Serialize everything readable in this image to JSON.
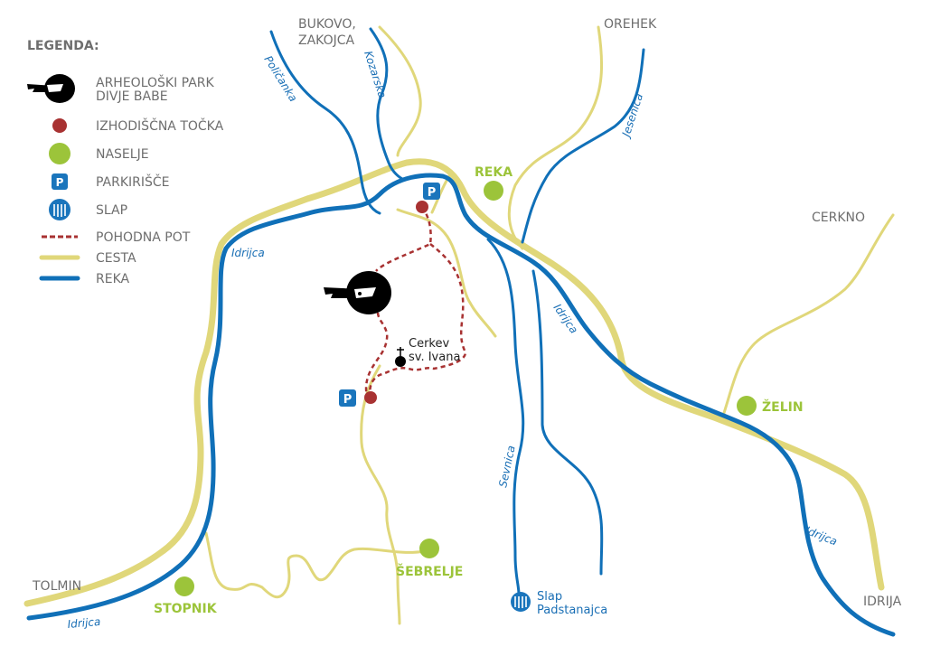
{
  "legend": {
    "title": "LEGENDA:",
    "items": [
      {
        "icon": "cave-park-icon",
        "label_1": "ARHEOLOŠKI PARK",
        "label_2": "DIVJE BABE"
      },
      {
        "icon": "start-point-icon",
        "label": "IZHODIŠČNA TOČKA"
      },
      {
        "icon": "settlement-icon",
        "label": "NASELJE"
      },
      {
        "icon": "parking-icon",
        "label": "PARKIRIŠČE"
      },
      {
        "icon": "waterfall-icon",
        "label": "SLAP"
      },
      {
        "icon": "trail-line-icon",
        "label": "POHODNA POT"
      },
      {
        "icon": "road-line-icon",
        "label": "CESTA"
      },
      {
        "icon": "river-line-icon",
        "label": "REKA"
      }
    ]
  },
  "places": {
    "bukovo_1": "BUKOVO,",
    "bukovo_2": "ZAKOJCA",
    "orehek": "OREHEK",
    "cerkno": "CERKNO",
    "tolmin": "TOLMIN",
    "idrija": "IDRIJA"
  },
  "settlements": {
    "reka": "REKA",
    "zelin": "ŽELIN",
    "sebrelje": "ŠEBRELJE",
    "stopnik": "STOPNIK"
  },
  "rivers": {
    "policanka": "Poličanka",
    "kozarska": "Kozarska",
    "jesenica": "Jesenica",
    "idrijca": "Idrijca",
    "sevnica": "Sevnica"
  },
  "poi": {
    "church_1": "Cerkev",
    "church_2": "sv. Ivana",
    "slap_1": "Slap",
    "slap_2": "Padstanajca",
    "parking": "P"
  },
  "colors": {
    "road": "#e0d77a",
    "river": "#1070b8",
    "trail": "#a83232",
    "settlement": "#9cc43a",
    "text": "#6e6e6e"
  }
}
